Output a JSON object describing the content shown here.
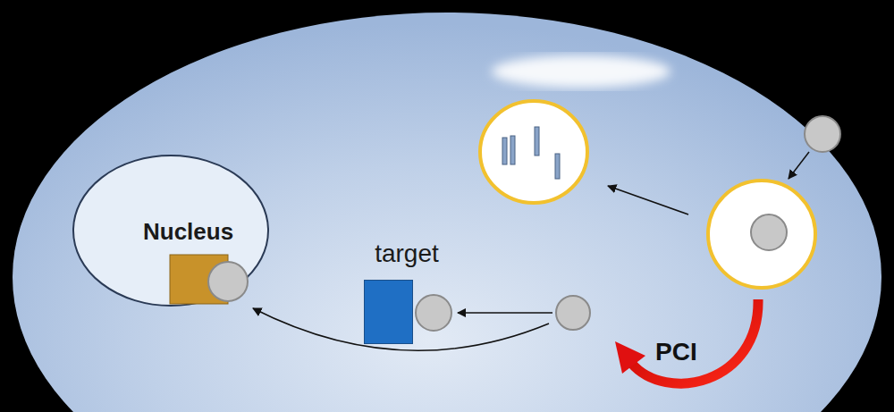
{
  "diagram": {
    "nodes": [
      {
        "text": [
          "Nucleus"
        ]
      },
      {
        "text": [
          "target"
        ]
      }
    ],
    "labels": [
      "PCI"
    ]
  }
}
